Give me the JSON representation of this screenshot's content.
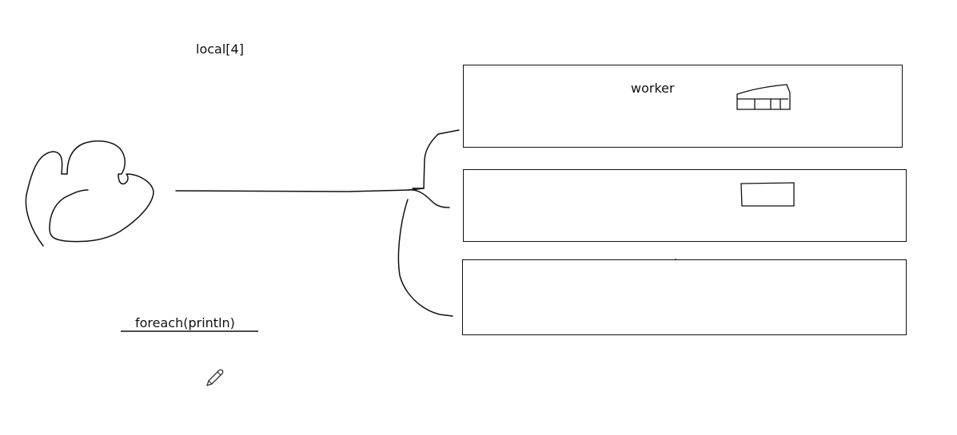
{
  "labels": {
    "local": "local[4]",
    "worker": "worker",
    "foreach": "foreach(println)"
  },
  "icons": {
    "driver_shape": "driver-cloud-scribble",
    "task_slots": "task-slots-sketch",
    "task_box": "task-box-sketch",
    "cursor": "pencil-icon"
  },
  "colors": {
    "ink": "#111111",
    "background": "#ffffff"
  }
}
